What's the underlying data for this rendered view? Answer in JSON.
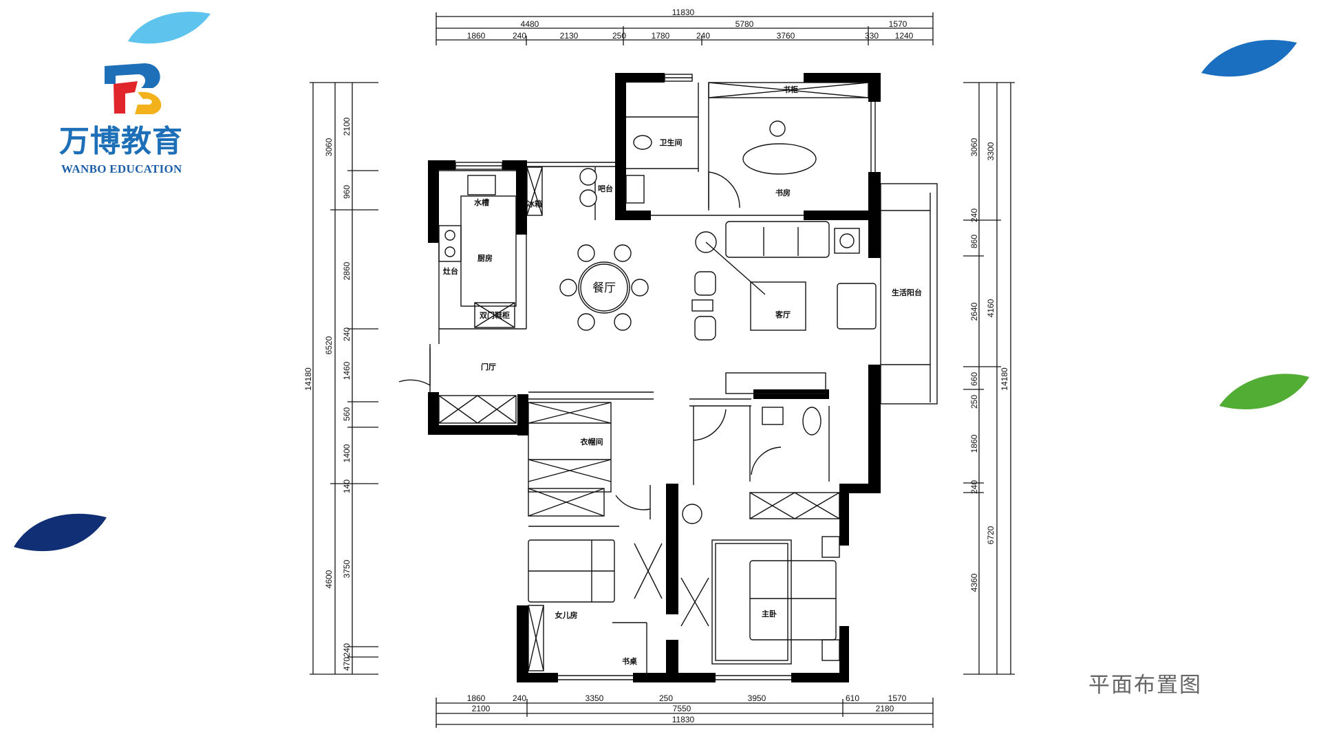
{
  "logo": {
    "name_cn": "万博教育",
    "name_en": "WANBO EDUCATION",
    "colors": {
      "blue": "#1d6fb8",
      "red": "#e0262b",
      "yellow": "#f3b11c"
    }
  },
  "title": "平面布置图",
  "decor": {
    "leaf_colors": [
      "#5ec4ee",
      "#1a6fc0",
      "#52ad35",
      "#102f75"
    ]
  },
  "dimensions": {
    "top": {
      "total": "11830",
      "mid": [
        "4480",
        "5780",
        "1570"
      ],
      "detail": [
        "1860",
        "240",
        "2130",
        "250",
        "1780",
        "240",
        "3760",
        "330",
        "1240"
      ]
    },
    "bottom": {
      "detail": [
        "1860",
        "240",
        "3350",
        "250",
        "3950",
        "610",
        "1570"
      ],
      "mid": [
        "2100",
        "7550",
        "2180"
      ],
      "total": "11830"
    },
    "left": {
      "detail": [
        "2100",
        "960",
        "2860",
        "240",
        "1460",
        "560",
        "1400",
        "140",
        "3750",
        "470240"
      ],
      "mid": [
        "3060",
        "6520",
        "4600"
      ],
      "total": "14180"
    },
    "right": {
      "detail": [
        "3060",
        "240",
        "860",
        "2640",
        "660",
        "250",
        "1860",
        "240",
        "4360"
      ],
      "mid": [
        "3300",
        "4160",
        "6720"
      ],
      "total": "14180"
    }
  },
  "rooms": {
    "kitchen": "厨房",
    "dining": "餐厅",
    "foyer": "门厅",
    "bathroom": "卫生间",
    "study": "书房",
    "bookcase": "书柜",
    "living": "客厅",
    "balcony": "生活阳台",
    "closet": "衣帽间",
    "daughter": "女儿房",
    "master": "主卧",
    "desk": "书桌",
    "fridge": "冰箱",
    "sink": "水槽",
    "bar": "吧台",
    "shoe_cabinet": "双门鞋柜",
    "stove": "灶台"
  }
}
